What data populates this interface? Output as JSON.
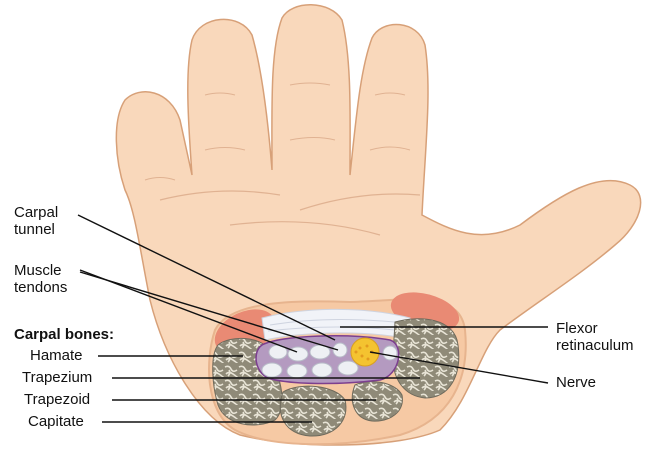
{
  "labels": {
    "carpal_tunnel": "Carpal\ntunnel",
    "muscle_tendons": "Muscle\ntendons",
    "carpal_bones": "Carpal bones:",
    "hamate": "Hamate",
    "trapezium": "Trapezium",
    "trapezoid": "Trapezoid",
    "capitate": "Capitate",
    "flexor_retinaculum": "Flexor\nretinaculum",
    "nerve": "Nerve"
  },
  "colors": {
    "skin": "#f9d8bb",
    "skin_outline": "#d7a078",
    "muscle": "#e98a74",
    "bone": "#9c9885",
    "sheath": "#b49ac0",
    "sheath_outline": "#7c3f8f",
    "nerve": "#f4c330",
    "tendon": "#eef0f4",
    "leader_line": "#111111"
  }
}
